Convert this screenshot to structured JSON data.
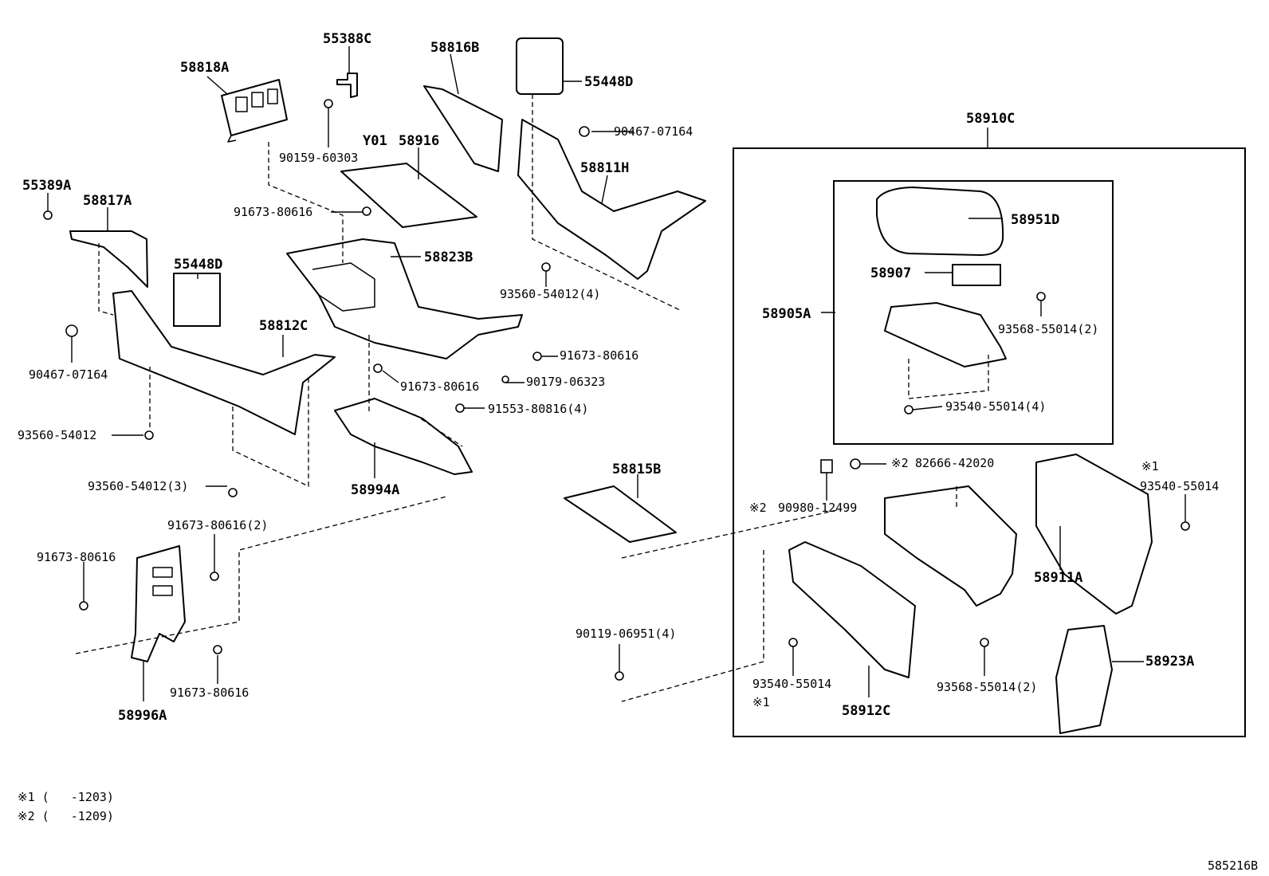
{
  "parts": {
    "p55388C": "55388C",
    "p58816B": "58816B",
    "p55448D_top": "55448D",
    "p58818A": "58818A",
    "p90467_07164_top": "90467-07164",
    "p90159_60303": "90159-60303",
    "pY01": "Y01",
    "p58916": "58916",
    "p58910C": "58910C",
    "p58811H": "58811H",
    "p55389A": "55389A",
    "p58817A": "58817A",
    "p91673_80616_a": "91673-80616",
    "p58951D": "58951D",
    "p55448D_mid": "55448D",
    "p58823B": "58823B",
    "p58907": "58907",
    "p93560_54012_4": "93560-54012(4)",
    "p93568_55014_2_top": "93568-55014(2)",
    "p58905A": "58905A",
    "p58812C": "58812C",
    "p91673_80616_b": "91673-80616",
    "p90467_07164_left": "90467-07164",
    "p91673_80616_c": "91673-80616",
    "p90179_06323": "90179-06323",
    "p91553_80816_4": "91553-80816(4)",
    "p93540_55014_4": "93540-55014(4)",
    "p93560_54012": "93560-54012",
    "p82666_42020": "82666-42020",
    "p58815B": "58815B",
    "p93560_54012_3": "93560-54012(3)",
    "p58994A": "58994A",
    "p93540_55014_r": "93540-55014",
    "p90980_12499": "90980-12499",
    "p91673_80616_2": "91673-80616(2)",
    "p91673_80616_d": "91673-80616",
    "p58911A": "58911A",
    "p90119_06951_4": "90119-06951(4)",
    "p58923A": "58923A",
    "p93540_55014_b": "93540-55014",
    "p93568_55014_2_bot": "93568-55014(2)",
    "p91673_80616_e": "91673-80616",
    "p58912C": "58912C",
    "p58996A": "58996A"
  },
  "marks": {
    "m1_right": "※1",
    "m2_a": "※2",
    "m2_b": "※2",
    "m1_bottom": "※1"
  },
  "notes": {
    "note1": "※1 (   -1203)",
    "note2": "※2 (   -1209)"
  },
  "ref": "585216B"
}
